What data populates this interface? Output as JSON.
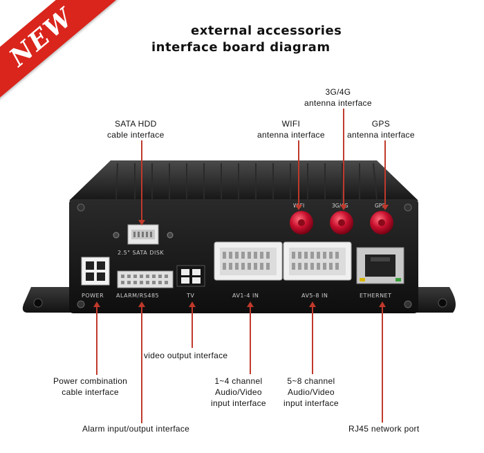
{
  "badge": "NEW",
  "title_line1": "external accessories",
  "title_line2": "interface board diagram",
  "callouts": {
    "sata_hdd": [
      "SATA HDD",
      "cable interface"
    ],
    "wifi": [
      "WIFI",
      "antenna  interface"
    ],
    "g3g4": [
      "3G/4G",
      "antenna interface"
    ],
    "gps": [
      "GPS",
      "antenna interface"
    ],
    "video_out": "video output interface",
    "power": [
      "Power combination",
      "cable interface"
    ],
    "av1_4": [
      "1~4 channel",
      "Audio/Video",
      "input interface"
    ],
    "av5_8": [
      "5~8 channel",
      "Audio/Video",
      "input interface"
    ],
    "alarm": "Alarm input/output interface",
    "rj45": "RJ45 network port"
  },
  "panel_labels": {
    "sata_disk": "2.5\" SATA DISK",
    "power": "POWER",
    "alarm": "ALARM/RS485",
    "tv": "TV",
    "av1": "AV1-4 IN",
    "av5": "AV5-8 IN",
    "ethernet": "ETHERNET",
    "wifi": "WIFI",
    "g3g4": "3G/4G",
    "gps": "GPS"
  },
  "colors": {
    "accent": "#d9251c",
    "pointer": "#c0392b",
    "device_body": "#1c1c1c",
    "antenna": "#c8102e"
  }
}
